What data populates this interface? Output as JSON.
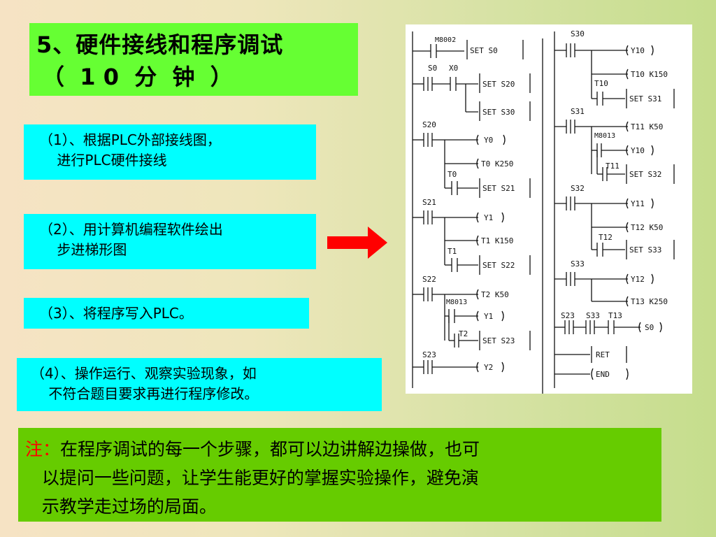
{
  "title": {
    "line1": "5、硬件接线和程序调试",
    "line2": "（  1 0  分  钟  ）"
  },
  "steps": [
    {
      "text": "（1）、根据PLC外部接线图，\n    进行PLC硬件接线"
    },
    {
      "text": "（2）、用计算机编程软件绘出\n    步进梯形图"
    },
    {
      "text": "（3）、将程序写入PLC。"
    },
    {
      "text": "（4）、操作运行、观察实验现象，如\n    不符合题目要求再进行程序修改。"
    }
  ],
  "note": {
    "label": "注：",
    "line1": "在程序调试的每一个步骤，都可以边讲解边操做，也可",
    "line2": "   以提问一些问题，让学生能更好的掌握实验操作，避免演",
    "line3": "   示教学走过场的局面。"
  },
  "arrow": {
    "color": "#ff0000",
    "icon": "right-arrow-icon"
  },
  "ladder": {
    "left": {
      "m8002": "M8002",
      "set_s0": "SET  S0",
      "s0": "S0",
      "x0": "X0",
      "set_s20": "SET S20",
      "set_s30": "SET S30",
      "s20": "S20",
      "y0": "Y0",
      "t0_coil": "T0 K250",
      "t0": "T0",
      "set_s21": "SET  S21",
      "s21": "S21",
      "y1": "Y1",
      "t1_coil": "T1 K150",
      "t1": "T1",
      "set_s22": "SET S22",
      "s22": "S22",
      "t2_coil": "T2 K50",
      "m8013": "M8013",
      "y1b": "Y1",
      "t2": "T2",
      "set_s23": "SET S23",
      "s23": "S23",
      "y2": "Y2"
    },
    "right": {
      "s30": "S30",
      "y10": "Y10",
      "t10_coil": "T10 K150",
      "t10": "T10",
      "set_s31": "SET  S31",
      "s31": "S31",
      "t11_coil": "T11 K50",
      "m8013": "M8013",
      "y10b": "Y10",
      "t11": "T11",
      "set_s32": "SET  S32",
      "s32": "S32",
      "y11": "Y11",
      "t12_coil": "T12 K50",
      "t12": "T12",
      "set_s33": "SET  S33",
      "s33": "S33",
      "y12": "Y12",
      "t13_coil": "T13 K250",
      "s23": "S23",
      "s33b": "S33",
      "t13": "T13",
      "s0_coil": "S0",
      "ret": "RET",
      "end": "END"
    }
  }
}
